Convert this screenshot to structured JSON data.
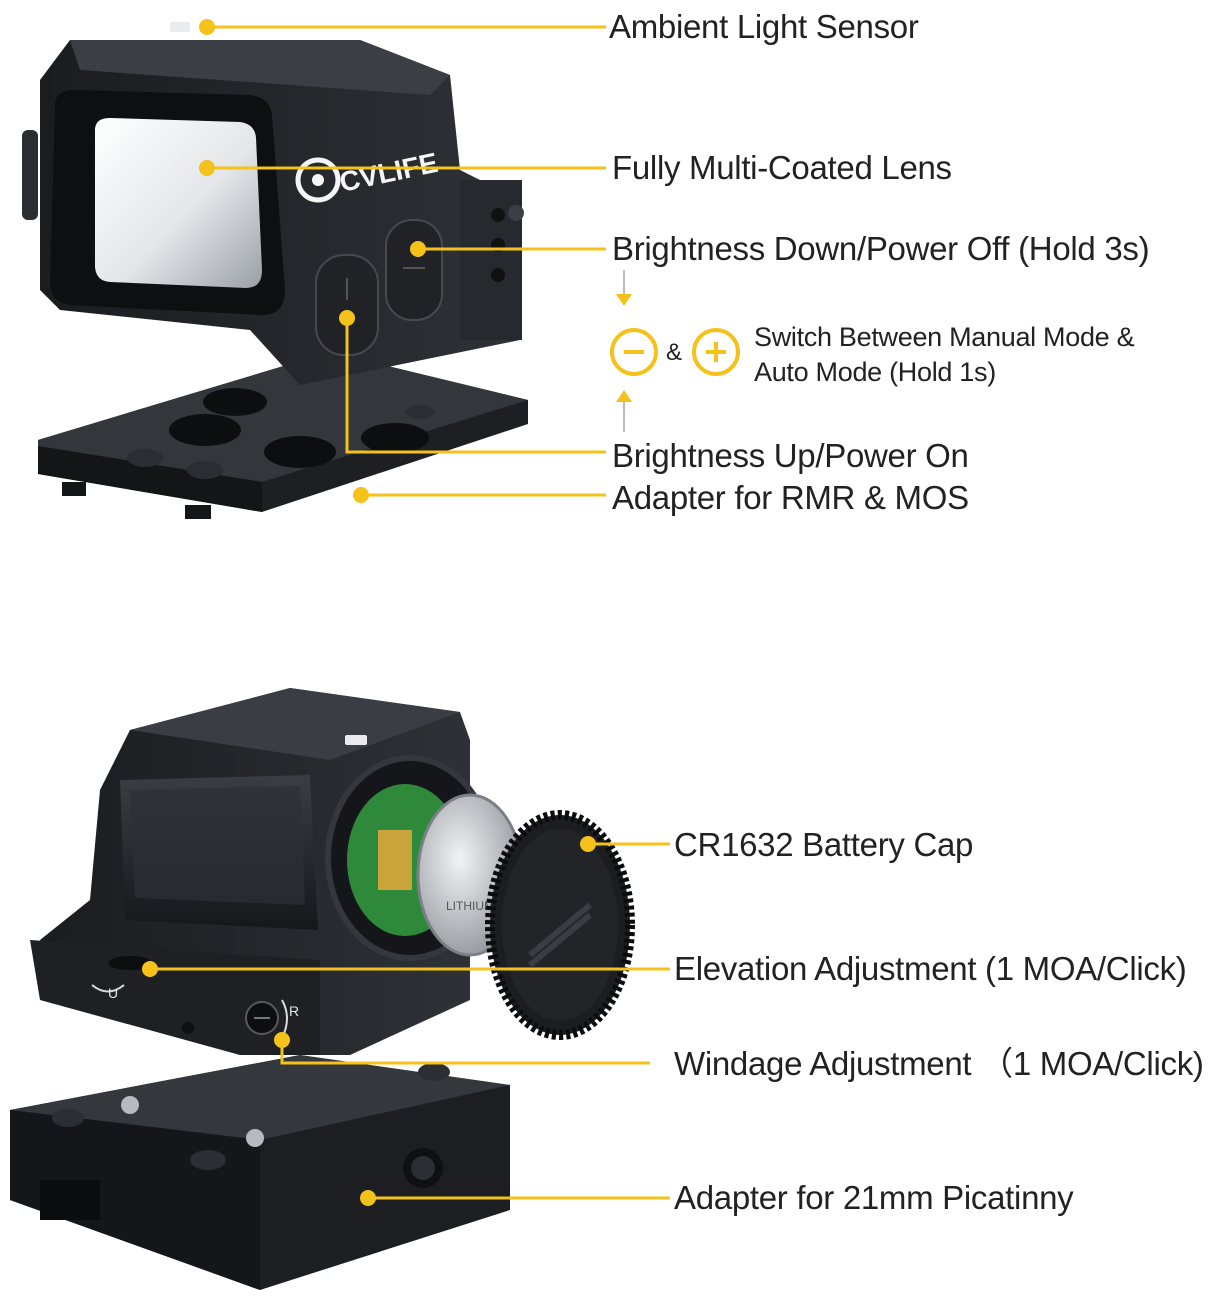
{
  "brand": "CVLIFE",
  "colors": {
    "accent": "#F4C21A",
    "body": "#1c1e21",
    "body_mid": "#2c2f33",
    "body_light": "#4a4e54",
    "text": "#222222"
  },
  "callouts_top": {
    "ambient": "Ambient Light Sensor",
    "lens": "Fully Multi-Coated Lens",
    "brightness_down": "Brightness Down/Power Off (Hold 3s)",
    "mode_switch": "Switch Between Manual Mode & Auto Mode (Hold 1s)",
    "amp": "&",
    "brightness_up": "Brightness Up/Power On",
    "adapter_rmr": "Adapter for RMR & MOS"
  },
  "callouts_bottom": {
    "battery_cap": "CR1632 Battery Cap",
    "elevation": "Elevation Adjustment (1 MOA/Click)",
    "windage": "Windage Adjustment （1 MOA/Click)",
    "adapter_pic": "Adapter for 21mm Picatinny"
  },
  "marks": {
    "elevation_dir": "U",
    "windage_dir": "R",
    "battery_text": "LITHIUM"
  },
  "icons": [
    "minus-circle-icon",
    "plus-circle-icon",
    "arrow-down-icon",
    "arrow-up-icon"
  ]
}
